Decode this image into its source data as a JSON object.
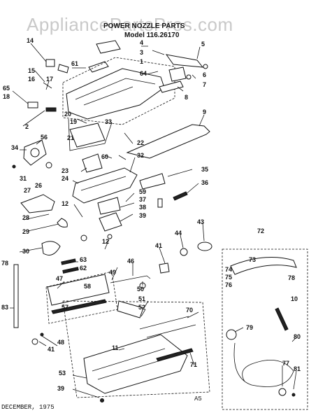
{
  "watermark": "AppliancePartsPros.com",
  "header": {
    "title": "POWER NOZZLE PARTS",
    "model": "Model 116.26170"
  },
  "footer": {
    "date": "DECEMBER, 1975",
    "code": "A5"
  },
  "callouts": [
    "1",
    "2",
    "3",
    "4",
    "5",
    "6",
    "7",
    "8",
    "9",
    "10",
    "11",
    "12",
    "14",
    "15",
    "16",
    "17",
    "18",
    "19",
    "20",
    "21",
    "22",
    "23",
    "24",
    "26",
    "27",
    "28",
    "29",
    "30",
    "31",
    "32",
    "33",
    "34",
    "35",
    "36",
    "37",
    "38",
    "39",
    "41",
    "43",
    "44",
    "46",
    "47",
    "48",
    "49",
    "50",
    "51",
    "52",
    "53",
    "56",
    "57",
    "58",
    "59",
    "60",
    "61",
    "62",
    "63",
    "64",
    "65",
    "70",
    "71",
    "72",
    "73",
    "74",
    "75",
    "76",
    "77",
    "78",
    "79",
    "80",
    "81",
    "83"
  ],
  "labels": [
    {
      "text": "14"
    },
    {
      "text": "4"
    },
    {
      "text": "5"
    },
    {
      "text": "3"
    },
    {
      "text": "61"
    },
    {
      "text": "1"
    },
    {
      "text": "6"
    },
    {
      "text": "15"
    },
    {
      "text": "64"
    },
    {
      "text": "16"
    },
    {
      "text": "17"
    },
    {
      "text": "7"
    },
    {
      "text": "65"
    },
    {
      "text": "18"
    },
    {
      "text": "8"
    },
    {
      "text": "9"
    },
    {
      "text": "20"
    },
    {
      "text": "19"
    },
    {
      "text": "33"
    },
    {
      "text": "2"
    },
    {
      "text": "56"
    },
    {
      "text": "21"
    },
    {
      "text": "22"
    },
    {
      "text": "34"
    },
    {
      "text": "60"
    },
    {
      "text": "32"
    },
    {
      "text": "31"
    },
    {
      "text": "23"
    },
    {
      "text": "24"
    },
    {
      "text": "26"
    },
    {
      "text": "35"
    },
    {
      "text": "27"
    },
    {
      "text": "36"
    },
    {
      "text": "59"
    },
    {
      "text": "37"
    },
    {
      "text": "12"
    },
    {
      "text": "38"
    },
    {
      "text": "28"
    },
    {
      "text": "39"
    },
    {
      "text": "43"
    },
    {
      "text": "29"
    },
    {
      "text": "72"
    },
    {
      "text": "44"
    },
    {
      "text": "12"
    },
    {
      "text": "30"
    },
    {
      "text": "41"
    },
    {
      "text": "63"
    },
    {
      "text": "73"
    },
    {
      "text": "78"
    },
    {
      "text": "62"
    },
    {
      "text": "46"
    },
    {
      "text": "49"
    },
    {
      "text": "74"
    },
    {
      "text": "75"
    },
    {
      "text": "78"
    },
    {
      "text": "47"
    },
    {
      "text": "76"
    },
    {
      "text": "58"
    },
    {
      "text": "50"
    },
    {
      "text": "51"
    },
    {
      "text": "83"
    },
    {
      "text": "52"
    },
    {
      "text": "10"
    },
    {
      "text": "70"
    },
    {
      "text": "79"
    },
    {
      "text": "57"
    },
    {
      "text": "41"
    },
    {
      "text": "48"
    },
    {
      "text": "80"
    },
    {
      "text": "11"
    },
    {
      "text": "77"
    },
    {
      "text": "71"
    },
    {
      "text": "81"
    },
    {
      "text": "53"
    },
    {
      "text": "39"
    }
  ]
}
